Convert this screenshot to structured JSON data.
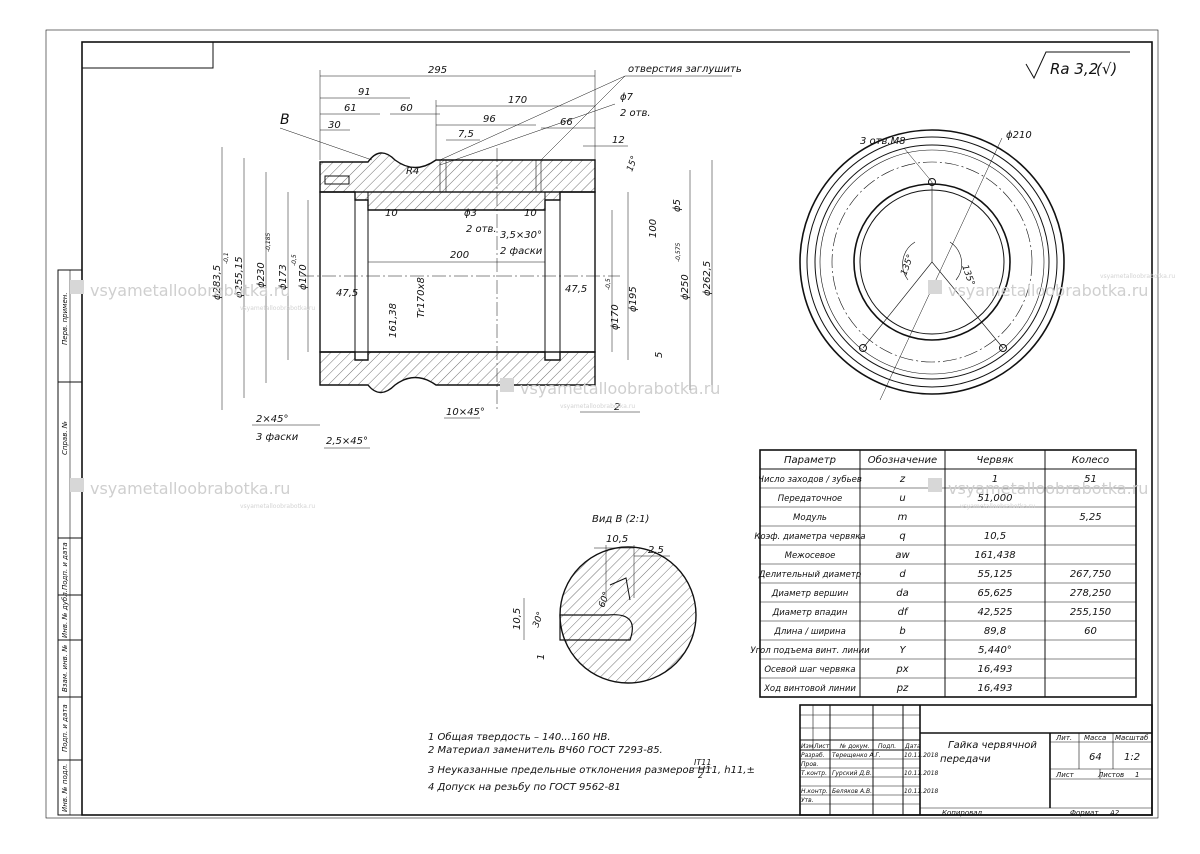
{
  "roughness": "Ra 3,2",
  "roughness_extra": "(√)",
  "watermark": {
    "main": "vsyametalloobrabotka.ru",
    "small": "vsyametalloobrabotka.ru"
  },
  "side_stamps": [
    "Перв. примен.",
    "Справ. №",
    "Подп. и дата",
    "Инв. № дубл.",
    "Взам. инв. №",
    "Подп. и дата",
    "Инв. № подл."
  ],
  "main_view": {
    "dims": {
      "d295": "295",
      "d91": "91",
      "d61": "61",
      "d60": "60",
      "d30": "30",
      "d170": "170",
      "d96": "96",
      "d7_5": "7,5",
      "d66": "66",
      "d12": "12",
      "d15": "15°",
      "note_plug": "отверстия заглушить",
      "phi7": "ϕ7",
      "holes2": "2 отв.",
      "label_b": "B",
      "r4": "R4",
      "d10a": "10",
      "d10b": "10",
      "phi3": "ϕ3",
      "holes2b": "2 отв.",
      "ch35": "3,5×30°",
      "ch35b": "2 фаски",
      "d200": "200",
      "d100": "100",
      "phi5": "ϕ5",
      "d47_5a": "47,5",
      "d47_5b": "47,5",
      "pitch": "161,38",
      "thread": "Tr170x8",
      "phi170b": "ϕ170",
      "phi170b_tol": "-0,5",
      "phi195": "ϕ195",
      "phi250": "ϕ250",
      "phi250_tol": "-0,575",
      "phi262": "ϕ262,5",
      "phi283": "ϕ283,5",
      "phi283_tol": "-0,1",
      "phi255": "ϕ255,15",
      "phi230": "ϕ230",
      "phi230_tol": "-0,185",
      "phi173": "ϕ173",
      "phi170a": "ϕ170",
      "phi170a_tol": "-0,5",
      "d5": "5",
      "ch2x45": "2×45°",
      "ch3": "3 фаски",
      "ch2_5": "2,5×45°",
      "ch10": "10×45°",
      "d2": "2"
    }
  },
  "side_view": {
    "holes": "3 отв.M8",
    "phi210": "ϕ210",
    "a1": "135°",
    "a2": "135°"
  },
  "detail_view": {
    "title": "Вид B (2:1)",
    "d10_5": "10,5",
    "d2_5": "2,5",
    "d60": "60°",
    "d30": "30°",
    "d10_5v": "10,5",
    "d1": "1"
  },
  "param_table": {
    "headers": [
      "Параметр",
      "Обозначение",
      "Червяк",
      "Колесо"
    ],
    "rows": [
      [
        "Число заходов / зубьев",
        "z",
        "1",
        "51"
      ],
      [
        "Передаточное",
        "u",
        "51,000",
        ""
      ],
      [
        "Модуль",
        "m",
        "",
        "5,25"
      ],
      [
        "Коэф. диаметра червяка",
        "q",
        "10,5",
        ""
      ],
      [
        "Межосевое",
        "aw",
        "161,438",
        ""
      ],
      [
        "Делительный диаметр",
        "d",
        "55,125",
        "267,750"
      ],
      [
        "Диаметр вершин",
        "da",
        "65,625",
        "278,250"
      ],
      [
        "Диаметр впадин",
        "df",
        "42,525",
        "255,150"
      ],
      [
        "Длина / ширина",
        "b",
        "89,8",
        "60"
      ],
      [
        "Угол подъема винт. линии",
        "Y",
        "5,440°",
        ""
      ],
      [
        "Осевой шаг червяка",
        "px",
        "16,493",
        ""
      ],
      [
        "Ход винтовой линии",
        "pz",
        "16,493",
        ""
      ]
    ]
  },
  "notes": [
    "1  Общая твердость – 140...160 HB.",
    "2  Материал заменитель ВЧ60 ГОСТ 7293-85.",
    "3  Неуказанные предельные отклонения размеров H11, h11,±",
    "4  Допуск на резьбу по ГОСТ 9562-81"
  ],
  "note3_frac_top": "IT11",
  "note3_frac_bottom": "2",
  "title_block": {
    "name_line1": "Гайка червячной",
    "name_line2": "передачи",
    "col_headers": [
      "Изм",
      "Лист",
      "№ докум.",
      "Подп.",
      "Дата"
    ],
    "roles": [
      "Разраб.",
      "Пров.",
      "Т.контр.",
      "",
      "Н.контр.",
      "Утв."
    ],
    "people": [
      "Терещенко А.Г.",
      "",
      "Гурский Д.В.",
      "",
      "Беляков А.В.",
      ""
    ],
    "dates": [
      "10.11.2018",
      "",
      "10.11.2018",
      "",
      "10.11.2018",
      ""
    ],
    "lit": "Лит.",
    "mass": "Масса",
    "scale": "Масштаб",
    "mass_val": "64",
    "scale_val": "1:2",
    "sheet": "Лист",
    "sheets": "Листов",
    "sheets_val": "1",
    "copied": "Копировал",
    "format_label": "Формат",
    "format_val": "A2"
  }
}
